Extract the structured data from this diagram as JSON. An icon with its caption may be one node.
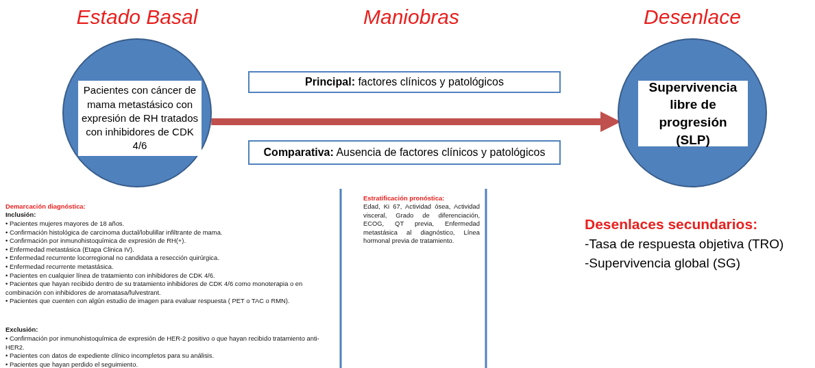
{
  "diagram": {
    "nodes": [
      {
        "text": [
          "Estado Basal"
        ]
      },
      {
        "text": [
          "Pacientes con cáncer de mama metastásico con expresión de RH tratados con inhibidores de CDK 4/6"
        ],
        "in": 0
      },
      {
        "text": [
          "**Principal:** factores clínicos y patológicos"
        ]
      },
      {
        "text": [
          "**Comparativa:** Ausencia de factores clínicos y patológicos"
        ]
      },
      {
        "text": [
          "Desenlace"
        ]
      },
      {
        "text": [
          "Supervivencia libre de progresión (SLP)"
        ],
        "in": 4
      }
    ],
    "edges": [
      {
        "from": 0,
        "to": 4,
        "arrow": "to",
        "color": "#c0504d"
      }
    ],
    "labels": [
      "Maniobras",
      "Demarcación diagnóstica:",
      "Inclusión:",
      "• Pacientes mujeres mayores de 18 años.",
      "• Confirmación histológica de carcinoma ductal/lobulillar infiltrante de mama.",
      "• Confirmación por inmunohistoquímica de expresión de RH(+).",
      "• Enfermedad metastásica (Etapa Clinica IV).",
      "• Enfermedad recurrente locorregional no candidata a resección quirúrgica.",
      "• Enfermedad recurrente metastásica.",
      "• Pacientes en cualquier línea de tratamiento con inhibidores de CDK 4/6.",
      "• Pacientes que hayan recibido dentro de su tratamiento inhibidores de CDK 4/6 como monoterapia o en combinación con inhibidores de aromatasa/fulvestrant.",
      "• Pacientes que cuenten con algún estudio de imagen para evaluar respuesta ( PET o TAC o RMN).",
      "Exclusión:",
      "• Confirmación por inmunohistoquímica de expresión de HER-2 positivo o que hayan recibido tratamiento anti-HER2.",
      "• Pacientes con datos de expediente clínico incompletos para su análisis.",
      "• Pacientes que hayan perdido el seguimiento.",
      "Estratificación pronóstica:",
      "Edad, Ki 67, Actividad ósea, Actividad visceral, Grado de diferenciación, ECOG, QT previa, Enfermedad metastásica al diagnóstico, Línea hormonal previa de tratamiento.",
      "Desenlaces secundarios:",
      "-Tasa de respuesta objetiva (TRO)",
      "-Supervivencia global (SG)"
    ]
  }
}
